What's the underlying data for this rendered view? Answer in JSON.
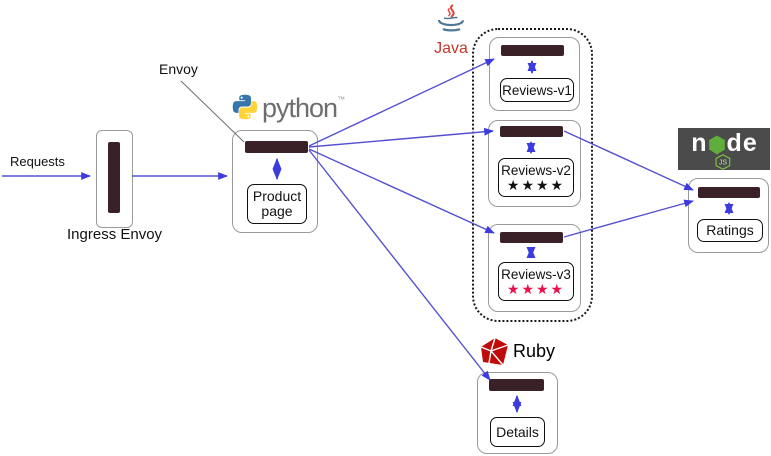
{
  "diagram": {
    "title_hint": "Istio Bookinfo service mesh diagram",
    "requests_label": "Requests",
    "envoy_callout": "Envoy",
    "ingress": {
      "label": "Ingress Envoy"
    },
    "services": {
      "productpage": {
        "label": "Product page"
      },
      "reviews_v1": {
        "label": "Reviews-v1"
      },
      "reviews_v2": {
        "label": "Reviews-v2",
        "stars": "★★★★"
      },
      "reviews_v3": {
        "label": "Reviews-v3",
        "stars": "★★★★"
      },
      "ratings": {
        "label": "Ratings"
      },
      "details": {
        "label": "Details"
      }
    },
    "logos": {
      "python": {
        "text": "python",
        "tm": "™"
      },
      "java": {
        "text": "Java"
      },
      "node": {
        "letters": [
          "n",
          "d",
          "e"
        ],
        "badge": "JS"
      },
      "ruby": {
        "text": "Ruby"
      }
    },
    "colors": {
      "connector_blue": "#5450d0",
      "arrowhead_blue": "#3b3bdf",
      "sidecar_bar": "#3a2127",
      "stars_red": "#e8114b",
      "stars_black": "#101010",
      "python_blue": "#3776ab",
      "python_yellow": "#ffd43b",
      "java_red": "#c0392b",
      "java_blue": "#4e7896",
      "node_bg": "#4b4b4b",
      "node_green": "#5fad3b",
      "ruby_red": "#bf0a0a"
    }
  }
}
